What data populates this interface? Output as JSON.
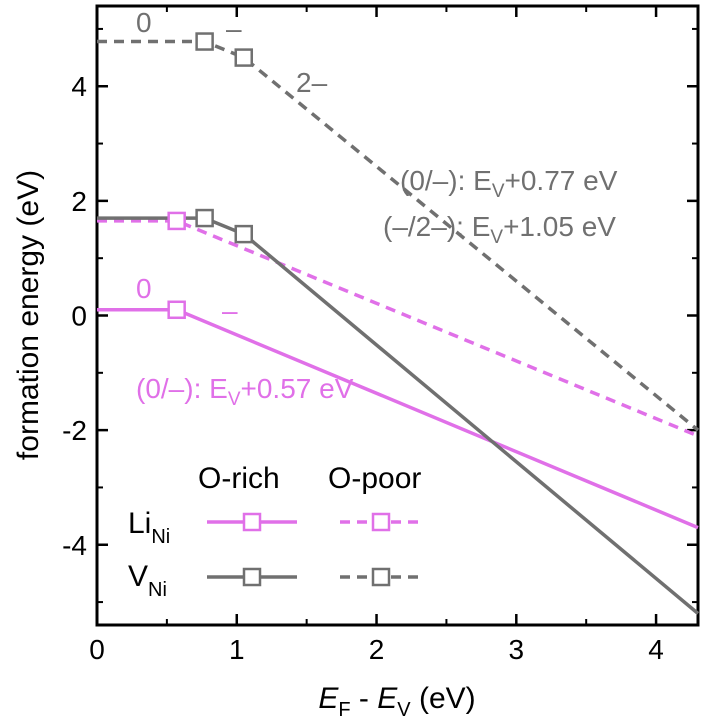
{
  "chart_data": {
    "type": "line",
    "title": "",
    "xlabel": {
      "e1": "E",
      "s1": "F",
      "mid": " - ",
      "e2": "E",
      "s2": "V",
      "unit": " (eV)"
    },
    "ylabel": "formation energy (eV)",
    "xlim": [
      0,
      4.3
    ],
    "ylim": [
      -5.4,
      5.4
    ],
    "xticks": [
      0,
      1,
      2,
      3,
      4
    ],
    "yticks": [
      -4,
      -2,
      0,
      2,
      4
    ],
    "grid": false,
    "colors": {
      "li": "#e070e8",
      "v": "#707070"
    },
    "series": [
      {
        "key": "li_rich",
        "color_key": "li",
        "dash": false,
        "x": [
          0,
          0.57,
          4.3
        ],
        "y": [
          0.1,
          0.1,
          -3.7
        ],
        "markers": [
          [
            0.57,
            0.1
          ]
        ]
      },
      {
        "key": "li_poor",
        "color_key": "li",
        "dash": true,
        "x": [
          0,
          0.57,
          4.3
        ],
        "y": [
          1.65,
          1.65,
          -2.1
        ],
        "markers": [
          [
            0.57,
            1.65
          ]
        ]
      },
      {
        "key": "v_rich",
        "color_key": "v",
        "dash": false,
        "x": [
          0,
          0.77,
          1.05,
          4.3
        ],
        "y": [
          1.7,
          1.7,
          1.42,
          -5.2
        ],
        "markers": [
          [
            0.77,
            1.7
          ],
          [
            1.05,
            1.42
          ]
        ]
      },
      {
        "key": "v_poor",
        "color_key": "v",
        "dash": true,
        "x": [
          0,
          0.77,
          1.05,
          4.3
        ],
        "y": [
          4.78,
          4.78,
          4.5,
          -2.0
        ],
        "markers": [
          [
            0.77,
            4.78
          ],
          [
            1.05,
            4.5
          ]
        ]
      }
    ],
    "annotations": {
      "v_poor_zero": "0",
      "v_poor_minus": "–",
      "v_poor_two_minus": "2–",
      "v_trans_1": {
        "pre": "(0/–): E",
        "sub": "V",
        "post": "+0.77 eV"
      },
      "v_trans_2": {
        "pre": "(–/2–): E",
        "sub": "V",
        "post": "+1.05 eV"
      },
      "li_zero": "0",
      "li_minus": "–",
      "li_trans": {
        "pre": "(0/–): E",
        "sub": "V",
        "post": "+0.57 eV"
      }
    },
    "legend": {
      "placement": "bottom-left",
      "header_rich": "O-rich",
      "header_poor": "O-poor",
      "li_label": {
        "main": "Li",
        "sub": "Ni"
      },
      "v_label": {
        "main": "V",
        "sub": "Ni"
      }
    }
  }
}
